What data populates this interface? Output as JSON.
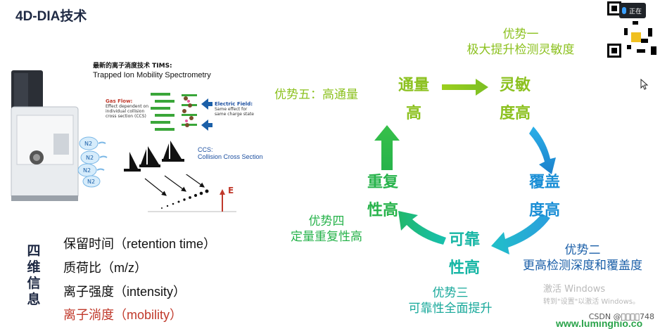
{
  "slide": {
    "title": "4D-DIA技术",
    "overlay": {
      "recording_label": "正在"
    },
    "tims": {
      "heading": "最新的离子淌度技术 TIMS:",
      "subheading": "Trapped Ion Mobility Spectrometry",
      "gas_flow": {
        "label": "Gas Flow:",
        "desc": [
          "Effect dependent on",
          "individual collision",
          "cross section (CCS)"
        ]
      },
      "electric_field": {
        "label": "Electric Field:",
        "desc": [
          "Same effect for",
          "same charge state"
        ]
      },
      "ccs": {
        "label": "CCS:",
        "desc": "Collision Cross Section"
      },
      "n2": [
        "N2",
        "N2",
        "N2",
        "N2"
      ],
      "e_label": "E"
    },
    "four_dim": {
      "label": [
        "四",
        "维",
        "信",
        "息"
      ],
      "items": [
        {
          "text": "保留时间（retention time）",
          "highlight": false
        },
        {
          "text": "质荷比（m/z）",
          "highlight": false
        },
        {
          "text": "离子强度（intensity）",
          "highlight": false
        },
        {
          "text": "离子淌度（mobility）",
          "highlight": true
        }
      ]
    },
    "cycle": {
      "nodes": [
        {
          "id": "tong",
          "lines": [
            "通量",
            "高"
          ],
          "color": "#8cc11f"
        },
        {
          "id": "ling",
          "lines": [
            "灵敏",
            "度高"
          ],
          "color": "#8cc11f"
        },
        {
          "id": "fugai",
          "lines": [
            "覆盖",
            "度高"
          ],
          "color": "#1b8fd6"
        },
        {
          "id": "kekao",
          "lines": [
            "可靠",
            "性高"
          ],
          "color": "#17b6a5"
        },
        {
          "id": "chongfu",
          "lines": [
            "重复",
            "性高"
          ],
          "color": "#27b34b"
        }
      ],
      "advantages": [
        {
          "lines": [
            "优势一",
            "极大提升检测灵敏度"
          ],
          "color": "#8cc11f"
        },
        {
          "lines": [
            "优势二",
            "更高检测深度和覆盖度"
          ],
          "color": "#1b5fa8"
        },
        {
          "lines": [
            "优势三",
            "可靠性全面提升"
          ],
          "color": "#17a89a"
        },
        {
          "lines": [
            "优势四",
            "定量重复性高"
          ],
          "color": "#27b34b"
        },
        {
          "lines": [
            "优势五：高通量"
          ],
          "color": "#8cc11f"
        }
      ]
    },
    "windows_watermark": {
      "line1": "激活 Windows",
      "line2": "转到\"设置\"以激活 Windows。"
    },
    "credit": "CSDN @\u0000\u0000\u0000\u0000748",
    "site": "www.luminghio.co"
  }
}
